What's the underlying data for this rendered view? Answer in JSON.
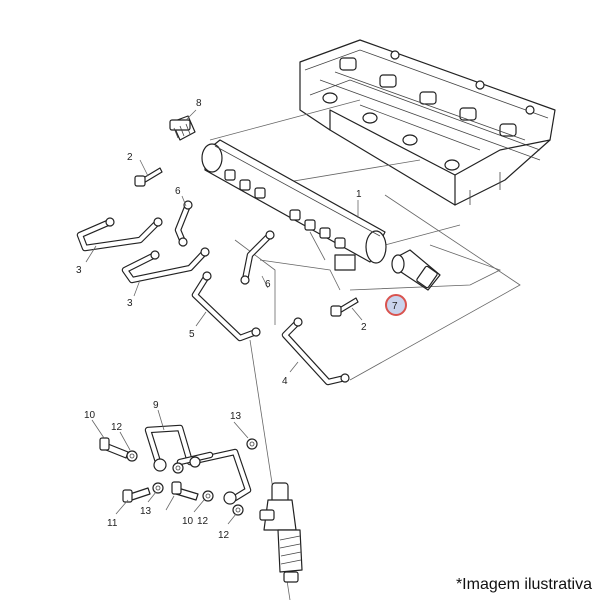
{
  "caption": "*Imagem ilustrativa",
  "callouts": {
    "c1": "1",
    "c2a": "2",
    "c2b": "2",
    "c3a": "3",
    "c3b": "3",
    "c4": "4",
    "c5": "5",
    "c6a": "6",
    "c6b": "6",
    "c7": "7",
    "c8": "8",
    "c9": "9",
    "c10": "10",
    "c11": "11",
    "c12a": "12",
    "c12b": "12",
    "c12c": "12",
    "c13a": "13",
    "c13b": "13",
    "c10b": "10"
  },
  "highlight_color": "#d9534f"
}
